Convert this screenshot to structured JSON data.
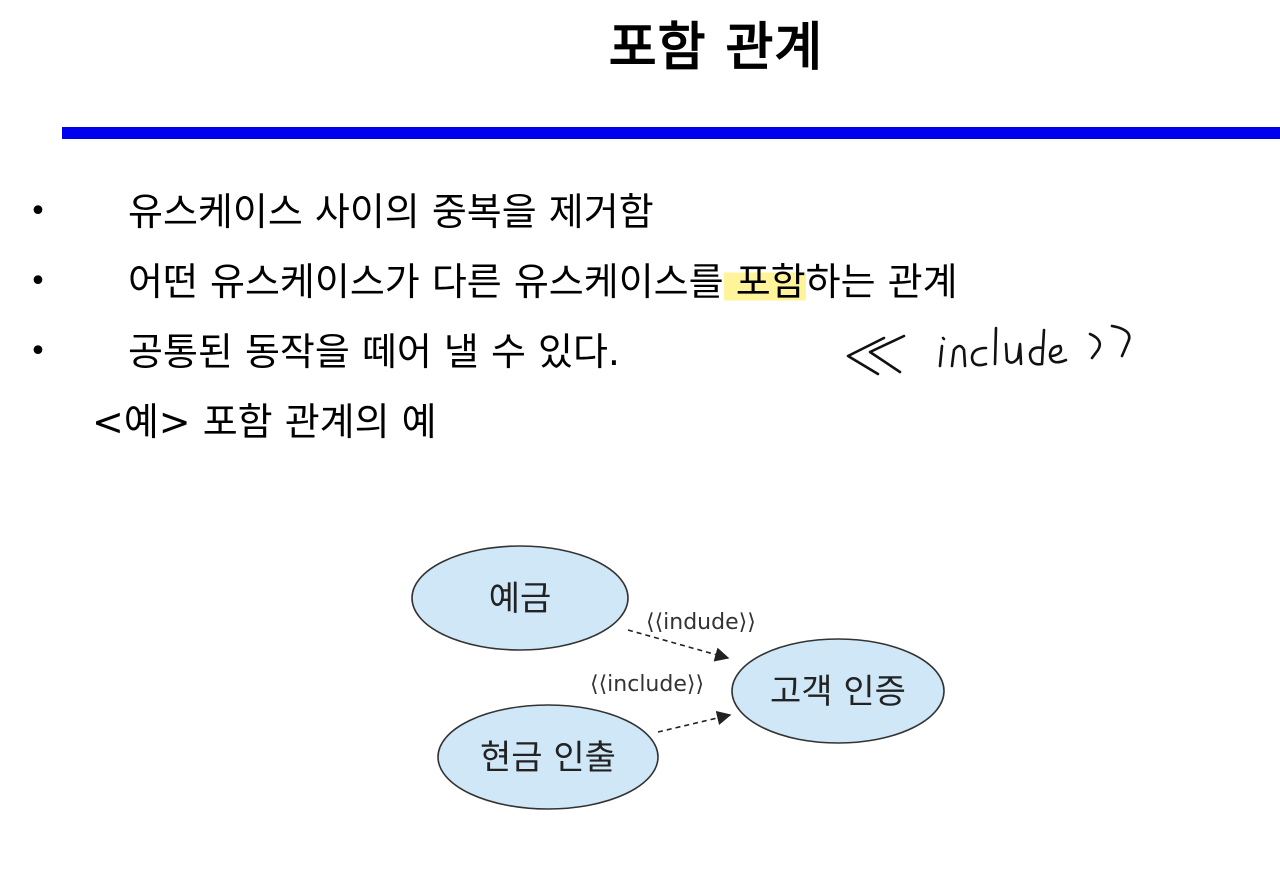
{
  "slide": {
    "title": "포함 관계",
    "bullets": [
      {
        "symbol": "•",
        "text": "유스케이스 사이의 중복을 제거함"
      },
      {
        "symbol": "•",
        "text_before": "어떤 유스케이스가 다른 유스케이스를",
        "text_highlight": " 포함",
        "text_after": "하는 관계"
      },
      {
        "symbol": "•",
        "text": "공통된 동작을 떼어 낼 수 있다."
      }
    ],
    "example_label": "<예> 포함 관계의 예",
    "handwritten_note": "<< include >>",
    "highlight_color": "#fff078",
    "rule_color": "#0000ee"
  },
  "diagram": {
    "usecase_fill": "#cfe7f7",
    "usecases": [
      {
        "id": "deposit",
        "label": "예금"
      },
      {
        "id": "withdraw",
        "label": "현금 인출"
      },
      {
        "id": "auth",
        "label": "고객 인증"
      }
    ],
    "relations": [
      {
        "from": "deposit",
        "to": "auth",
        "label": "⟨⟨indude⟩⟩"
      },
      {
        "from": "withdraw",
        "to": "auth",
        "label": "⟨⟨include⟩⟩"
      }
    ]
  }
}
